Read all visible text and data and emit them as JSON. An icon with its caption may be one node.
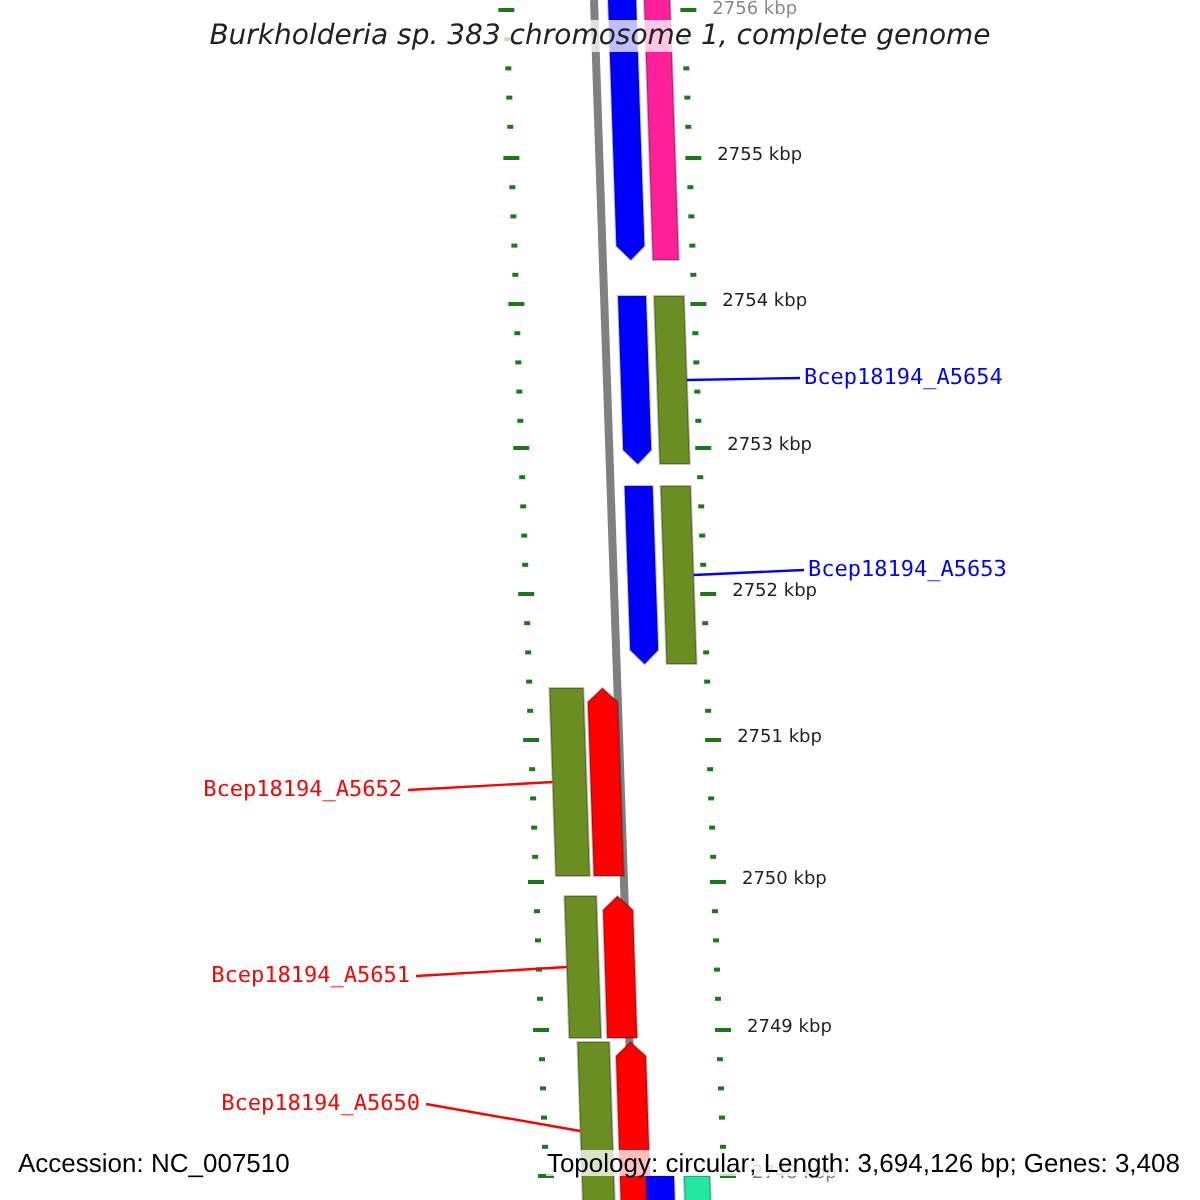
{
  "diagram": {
    "title": "Burkholderia sp. 383 chromosome 1, complete genome",
    "nodes": [
      {
        "text": [],
        "shape": "arrow"
      },
      {
        "text": [],
        "shape": "bar"
      },
      {
        "text": [],
        "shape": "arrow"
      },
      {
        "text": [],
        "shape": "bar"
      },
      {
        "text": [
          "Bcep18194_A5654"
        ]
      },
      {
        "text": [],
        "shape": "arrow"
      },
      {
        "text": [],
        "shape": "bar"
      },
      {
        "text": [
          "Bcep18194_A5653"
        ]
      },
      {
        "text": [
          "Bcep18194_A5652"
        ]
      },
      {
        "text": [],
        "shape": "bar"
      },
      {
        "text": [],
        "shape": "arrow"
      },
      {
        "text": [
          "Bcep18194_A5651"
        ]
      },
      {
        "text": [],
        "shape": "bar"
      },
      {
        "text": [],
        "shape": "arrow"
      },
      {
        "text": [
          "Bcep18194_A5650"
        ]
      },
      {
        "text": [],
        "shape": "bar"
      },
      {
        "text": [],
        "shape": "arrow"
      },
      {
        "text": [],
        "shape": "bar"
      },
      {
        "text": [],
        "shape": "bar"
      }
    ],
    "edges": [
      {
        "from": 4,
        "to": 3,
        "arrow": "none",
        "color": "#0000ff"
      },
      {
        "from": 7,
        "to": 6,
        "arrow": "none",
        "color": "#0000ff"
      },
      {
        "from": 8,
        "to": 9,
        "arrow": "none"
      },
      {
        "from": 11,
        "to": 12,
        "arrow": "none"
      },
      {
        "from": 14,
        "to": 15,
        "arrow": "none"
      }
    ],
    "labels": [
      "2756 kbp",
      "2755 kbp",
      "2754 kbp",
      "2753 kbp",
      "2752 kbp",
      "2751 kbp",
      "2750 kbp",
      "2749 kbp",
      "2748 kbp",
      "Accession: NC_007510",
      "Topology: circular; Length: 3,694,126 bp; Genes: 3,408"
    ]
  }
}
